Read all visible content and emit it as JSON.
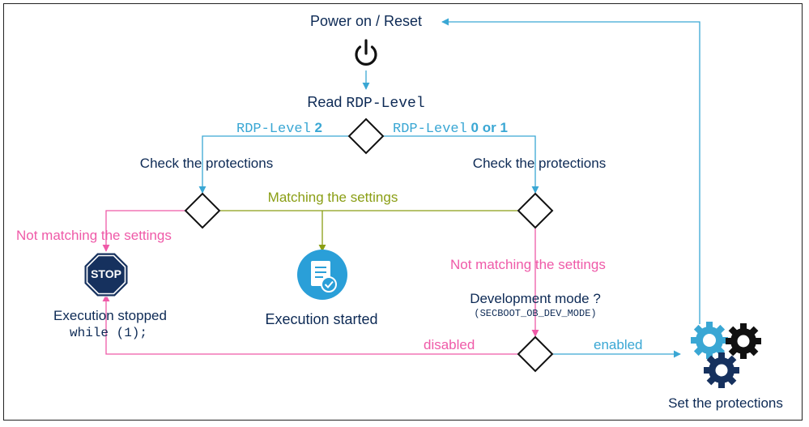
{
  "power": {
    "title": "Power on / Reset"
  },
  "read": {
    "prefix": "Read ",
    "code": "RDP-Level"
  },
  "branch_left": {
    "code": "RDP-Level",
    "value": " 2"
  },
  "branch_right": {
    "code": "RDP-Level",
    "value": " 0 or 1"
  },
  "check_left": "Check the protections",
  "check_right": "Check the protections",
  "matching": "Matching the settings",
  "not_matching_left": "Not matching the settings",
  "not_matching_right": "Not matching the settings",
  "stop": {
    "sign_text": "STOP",
    "caption": "Execution stopped",
    "code": "while (1);"
  },
  "started": {
    "caption": "Execution started"
  },
  "dev_mode": {
    "question": "Development mode ?",
    "code": "(SECBOOT_OB_DEV_MODE)"
  },
  "disabled": "disabled",
  "enabled": "enabled",
  "set_protections": "Set the protections",
  "colors": {
    "navy": "#0d2a55",
    "blue": "#3aa7d4",
    "pink": "#ef5aa8",
    "olive": "#8a9e14",
    "black": "#111111"
  },
  "icons": [
    "power-icon",
    "stop-sign-icon",
    "document-check-icon",
    "gears-icon"
  ]
}
